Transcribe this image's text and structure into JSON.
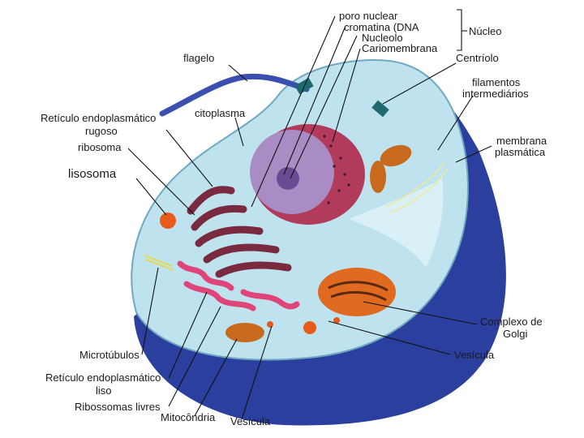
{
  "labels": {
    "poro_nuclear": "poro nuclear",
    "cromatina": "cromatina (DNA",
    "nucleolo": "Nucleolo",
    "cariomembrana": "Cariomembrana",
    "nucleo": "Núcleo",
    "flagelo": "flagelo",
    "centriolo": "Centríolo",
    "filamentos_1": "filamentos",
    "filamentos_2": "intermediários",
    "ret_rugoso_1": "Retículo endoplasmático",
    "ret_rugoso_2": "rugoso",
    "citoplasma": "citoplasma",
    "ribosoma": "ribosoma",
    "membrana_1": "membrana",
    "membrana_2": "plasmática",
    "lisosoma": "lisosoma",
    "golgi_1": "Complexo de",
    "golgi_2": "Golgi",
    "vesicula_right": "Vesícula",
    "microtubulos": "Microtúbulos",
    "ret_liso_1": "Retículo endoplasmático",
    "ret_liso_2": "liso",
    "ribossomas_livres": "Ribossomas livres",
    "mitocondria": "Mitocôndria",
    "vesicula_bottom": "Vesícula"
  },
  "colors": {
    "cytoplasm": "#bfe3ee",
    "membrane": "#2b3f9e",
    "nucleus": "#b23a5a",
    "nucleoplasm": "#a98cc4",
    "rough_er": "#7a2a3f",
    "smooth_er": "#e0457a",
    "golgi": "#e06a1f",
    "mitochondria": "#c86a1e",
    "flagellum": "#3b4fb0"
  }
}
